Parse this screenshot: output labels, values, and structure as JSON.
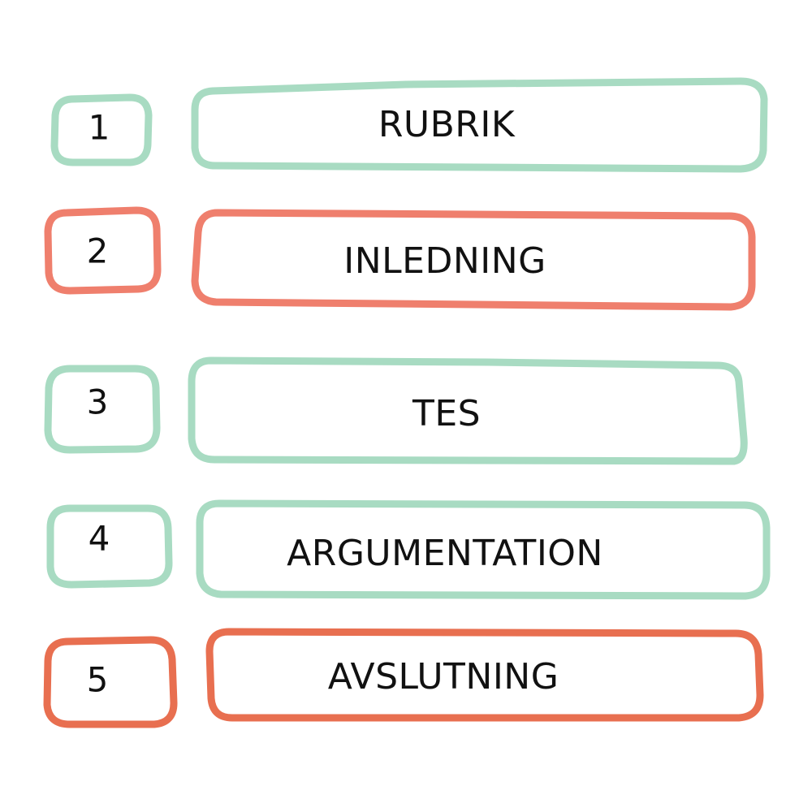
{
  "steps": [
    {
      "number": "1",
      "label": "RUBRIK",
      "color": "#a8dbc2"
    },
    {
      "number": "2",
      "label": "INLEDNING",
      "color": "#ef7f6d"
    },
    {
      "number": "3",
      "label": "TES",
      "color": "#a8dbc2"
    },
    {
      "number": "4",
      "label": "ARGUMENTATION",
      "color": "#a8dbc2"
    },
    {
      "number": "5",
      "label": "AVSLUTNING",
      "color": "#e86f50"
    }
  ]
}
